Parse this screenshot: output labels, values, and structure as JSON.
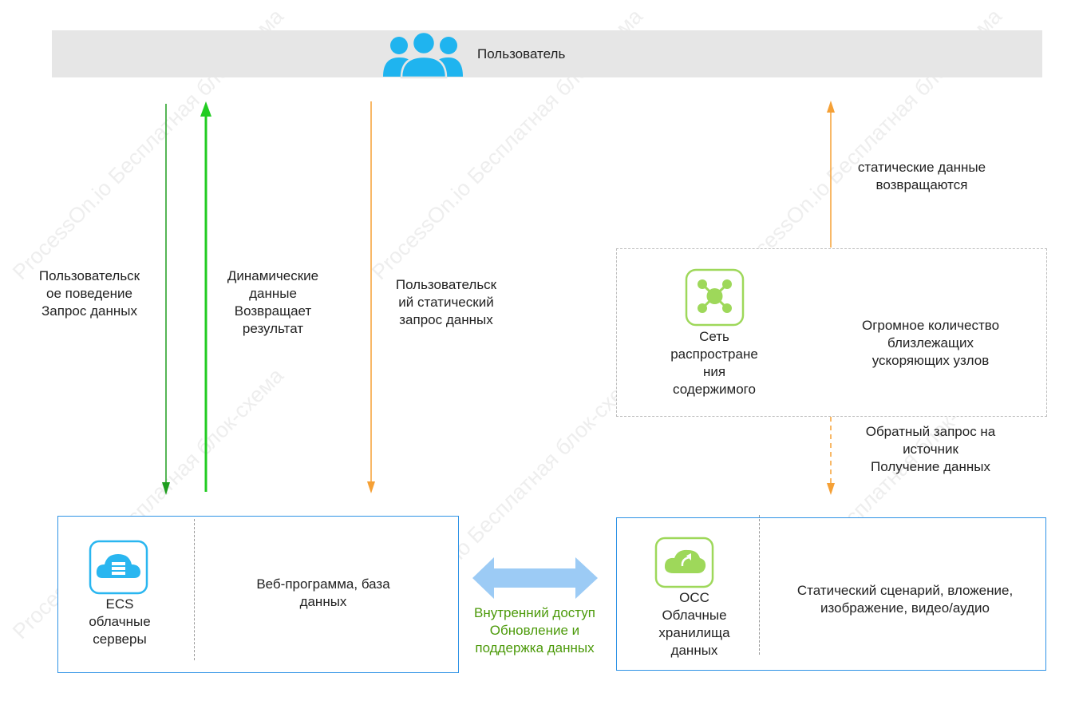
{
  "user": {
    "label": "Пользователь",
    "icon": "users-icon"
  },
  "arrows": {
    "user_request": "Пользовательск\nое поведение\nЗапрос данных",
    "dynamic_return": "Динамические\nданные\nВозвращает\nрезультат",
    "static_request": "Пользовательск\nий статический\nзапрос данных",
    "static_return": "статические данные\nвозвращаются",
    "origin_pull": "Обратный запрос на\nисточник\nПолучение данных"
  },
  "cdn": {
    "label": "Сеть\nраспростране\nния\nсодержимого",
    "description": "Огромное количество\nблизлежащих\nускоряющих узлов",
    "icon": "network-nodes-icon"
  },
  "ecs": {
    "label": "ECS\nоблачные\nсерверы",
    "description": "Веб-программа, база\nданных",
    "icon": "cloud-server-icon"
  },
  "oss": {
    "label": "OCC\nОблачные\nхранилища\nданных",
    "description": "Статический сценарий, вложение,\nизображение, видео/аудио",
    "icon": "cloud-storage-icon"
  },
  "internal": {
    "label": "Внутренний доступ\nОбновление и\nподдержка данных"
  },
  "watermark": "ProcessOn.io Бесплатная блок-схема",
  "colors": {
    "dark_green": "#1e9e1e",
    "bright_green": "#22cc22",
    "orange": "#f5a035",
    "blue_arrow": "#9ccbf5",
    "box_border": "#2f93e6",
    "icon_blue": "#29b6f0",
    "icon_green": "#9ed85a"
  }
}
